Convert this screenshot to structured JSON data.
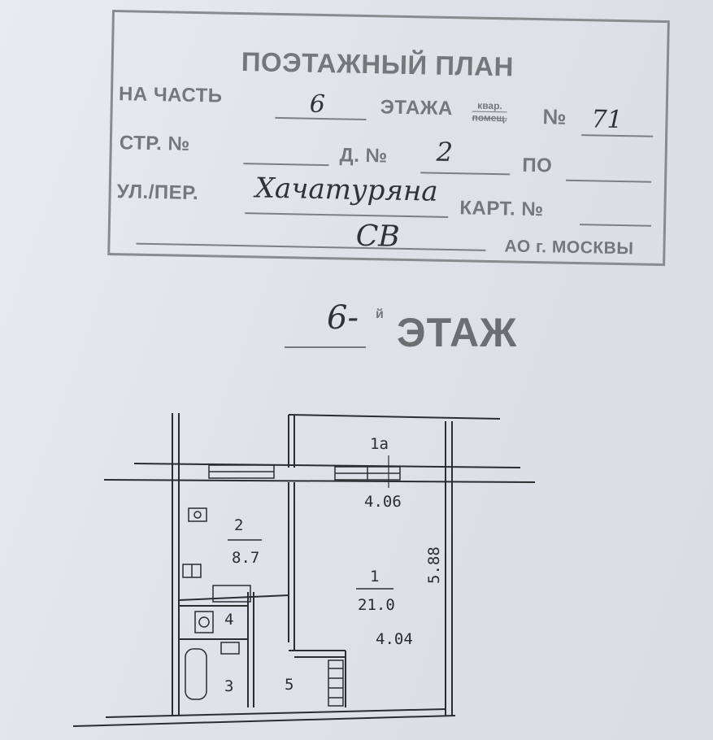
{
  "stamp": {
    "title": "ПОЭТАЖНЫЙ ПЛАН",
    "row1": {
      "na_chast": "НА ЧАСТЬ",
      "etazha": "ЭТАЖА",
      "frac_top": "квар.",
      "frac_bottom": "помещ.",
      "nomer": "№"
    },
    "row2": {
      "str": "СТР. №",
      "dom": "Д. №",
      "po": "ПО"
    },
    "row3": {
      "ul": "УЛ./ПЕР.",
      "kart": "КАРТ. №"
    },
    "row4": {
      "ao": "АО г. МОСКВЫ"
    }
  },
  "handwritten": {
    "part": "6",
    "apt_no": "71",
    "house_no": "2",
    "street": "Хачатуряна",
    "district": "СВ",
    "floor_no": "6-",
    "floor_suffix": "й"
  },
  "floor_title": "ЭТАЖ",
  "plan": {
    "room_1a_no": "1а",
    "room_1a_dim": "4.06",
    "room_1_no": "1",
    "room_1_area": "21.0",
    "room_1_dim_w": "4.04",
    "room_1_dim_h": "5.88",
    "room_2_no": "2",
    "room_2_area": "8.7",
    "room_3_no": "3",
    "room_4_no": "4",
    "room_5_no": "5"
  },
  "colors": {
    "stamp_ink": "#76777b",
    "handwriting_ink": "#303236",
    "plan_ink": "#2b2d31",
    "paper": "#e2e5ea"
  }
}
